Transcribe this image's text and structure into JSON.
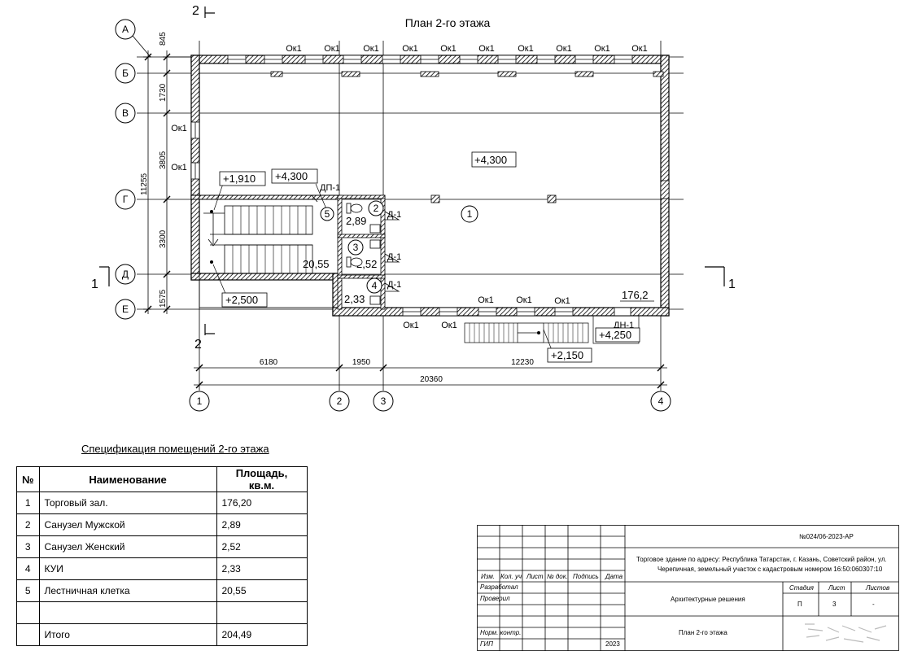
{
  "plan": {
    "title": "План 2-го этажа",
    "axes_letters": [
      "А",
      "Б",
      "В",
      "Г",
      "Д",
      "Е"
    ],
    "axes_numbers": [
      "1",
      "2",
      "3",
      "4"
    ],
    "section_mark_top": "2",
    "section_mark_bottom": "2",
    "section_left": "1",
    "section_right": "1",
    "dim_vertical": [
      "845",
      "1730",
      "3805",
      "3300",
      "1575"
    ],
    "dim_total_vertical": "11255",
    "dim_horizontal": [
      "6180",
      "1950",
      "12230"
    ],
    "dim_total_horizontal": "20360",
    "window_label": "Ок1",
    "door_labels": [
      "Д-1",
      "Д-1",
      "Д-1"
    ],
    "dp_label": "ДП-1",
    "dn_label": "ДН-1",
    "levels": [
      "+1,910",
      "+4,300",
      "+4,300",
      "+2,500",
      "+2,150",
      "+4,250"
    ],
    "rooms": [
      {
        "num": "1",
        "area": "176,2"
      },
      {
        "num": "2",
        "area": "2,89"
      },
      {
        "num": "3",
        "area": "2,52"
      },
      {
        "num": "4",
        "area": "2,33"
      },
      {
        "num": "5",
        "area": "20,55"
      }
    ]
  },
  "spec": {
    "title": "Спецификация помещений 2-го этажа",
    "headers": [
      "№",
      "Наименование",
      "Площадь, кв.м."
    ],
    "rows": [
      {
        "n": "1",
        "name": "Торговый зал.",
        "area": "176,20"
      },
      {
        "n": "2",
        "name": "Санузел Мужской",
        "area": "2,89"
      },
      {
        "n": "3",
        "name": "Санузел Женский",
        "area": "2,52"
      },
      {
        "n": "4",
        "name": "КУИ",
        "area": "2,33"
      },
      {
        "n": "5",
        "name": "Лестничная клетка",
        "area": "20,55"
      },
      {
        "n": "",
        "name": "",
        "area": ""
      },
      {
        "n": "",
        "name": "Итого",
        "area": "204,49"
      }
    ]
  },
  "stamp": {
    "code": "№024/06-2023-АР",
    "address_line1": "Торговое здание по адресу: Республика Татарстан, г. Казань, Советский район, ул.",
    "address_line2": "Черепичная, земельный участок с кадастровым номером 16:50:060307:10",
    "cols": [
      "Изм.",
      "Кол. уч",
      "Лист",
      "№ док.",
      "Подпись",
      "Дата"
    ],
    "roles": [
      "Разработал",
      "Проверил",
      "",
      "Норм. контр.",
      "ГИП"
    ],
    "section": "Архитектурные решения",
    "stage_hdr": "Стадия",
    "sheet_hdr": "Лист",
    "sheets_hdr": "Листов",
    "stage": "П",
    "sheet": "3",
    "sheets": "-",
    "drawing_name": "План 2-го этажа",
    "year": "2023"
  }
}
